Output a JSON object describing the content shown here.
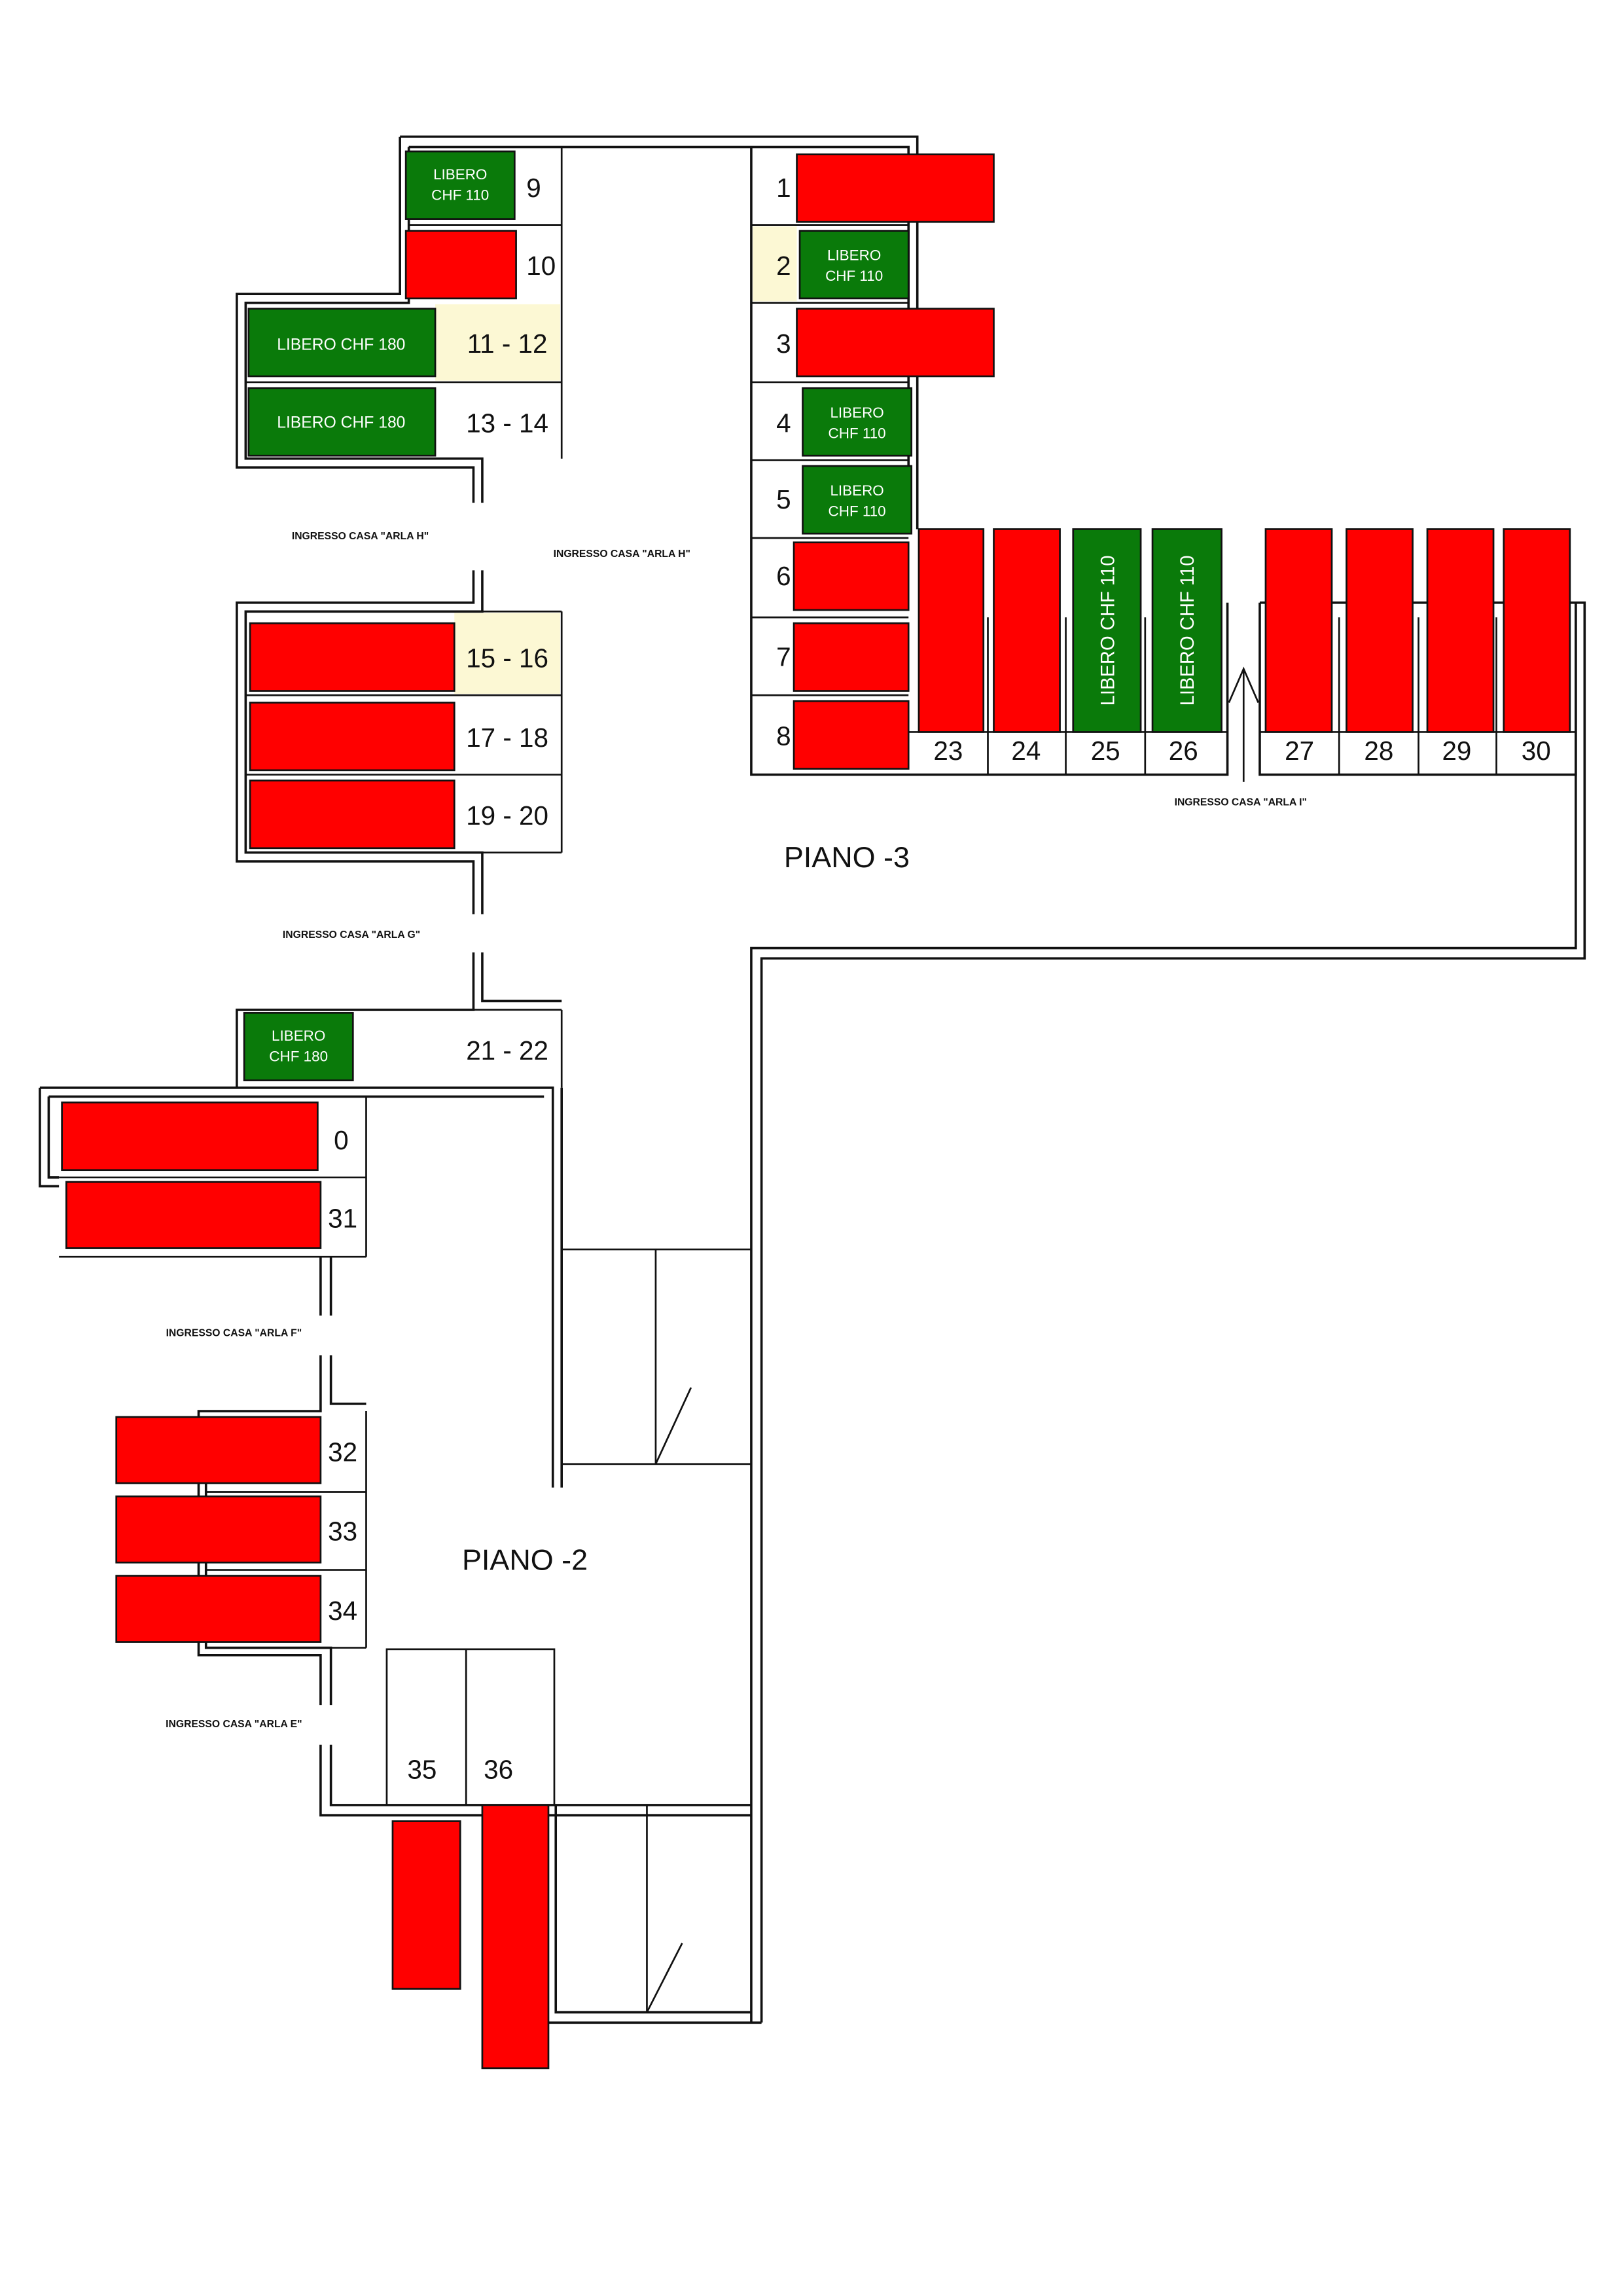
{
  "floors": {
    "piano_3": "PIANO -3",
    "piano_2": "PIANO -2"
  },
  "entrances": {
    "h_left": "INGRESSO CASA \"ARLA H\"",
    "h_right": "INGRESSO CASA \"ARLA H\"",
    "g": "INGRESSO CASA \"ARLA G\"",
    "i": "INGRESSO CASA \"ARLA I\"",
    "f": "INGRESSO CASA \"ARLA F\"",
    "e": "INGRESSO CASA \"ARLA E\""
  },
  "spots": {
    "s1": "1",
    "s2": "2",
    "s3": "3",
    "s4": "4",
    "s5": "5",
    "s6": "6",
    "s7": "7",
    "s8": "8",
    "s9": "9",
    "s10": "10",
    "s11_12": "11 - 12",
    "s13_14": "13 - 14",
    "s15_16": "15 - 16",
    "s17_18": "17 - 18",
    "s19_20": "19 - 20",
    "s21_22": "21 - 22",
    "s23": "23",
    "s24": "24",
    "s25": "25",
    "s26": "26",
    "s27": "27",
    "s28": "28",
    "s29": "29",
    "s30": "30",
    "s0": "0",
    "s31": "31",
    "s32": "32",
    "s33": "33",
    "s34": "34",
    "s35": "35",
    "s36": "36"
  },
  "availability": {
    "libero": "LIBERO",
    "chf_110": "CHF 110",
    "chf_180": "CHF 180",
    "libero_chf_180": "LIBERO CHF 180",
    "libero_chf_110": "LIBERO CHF 110"
  },
  "colors": {
    "occupied": "#ff0000",
    "available": "#0a7a0a",
    "highlight": "#fcf8d4",
    "line": "#111111"
  },
  "icons": {
    "entrance_arrow": "arrow-up-icon"
  }
}
